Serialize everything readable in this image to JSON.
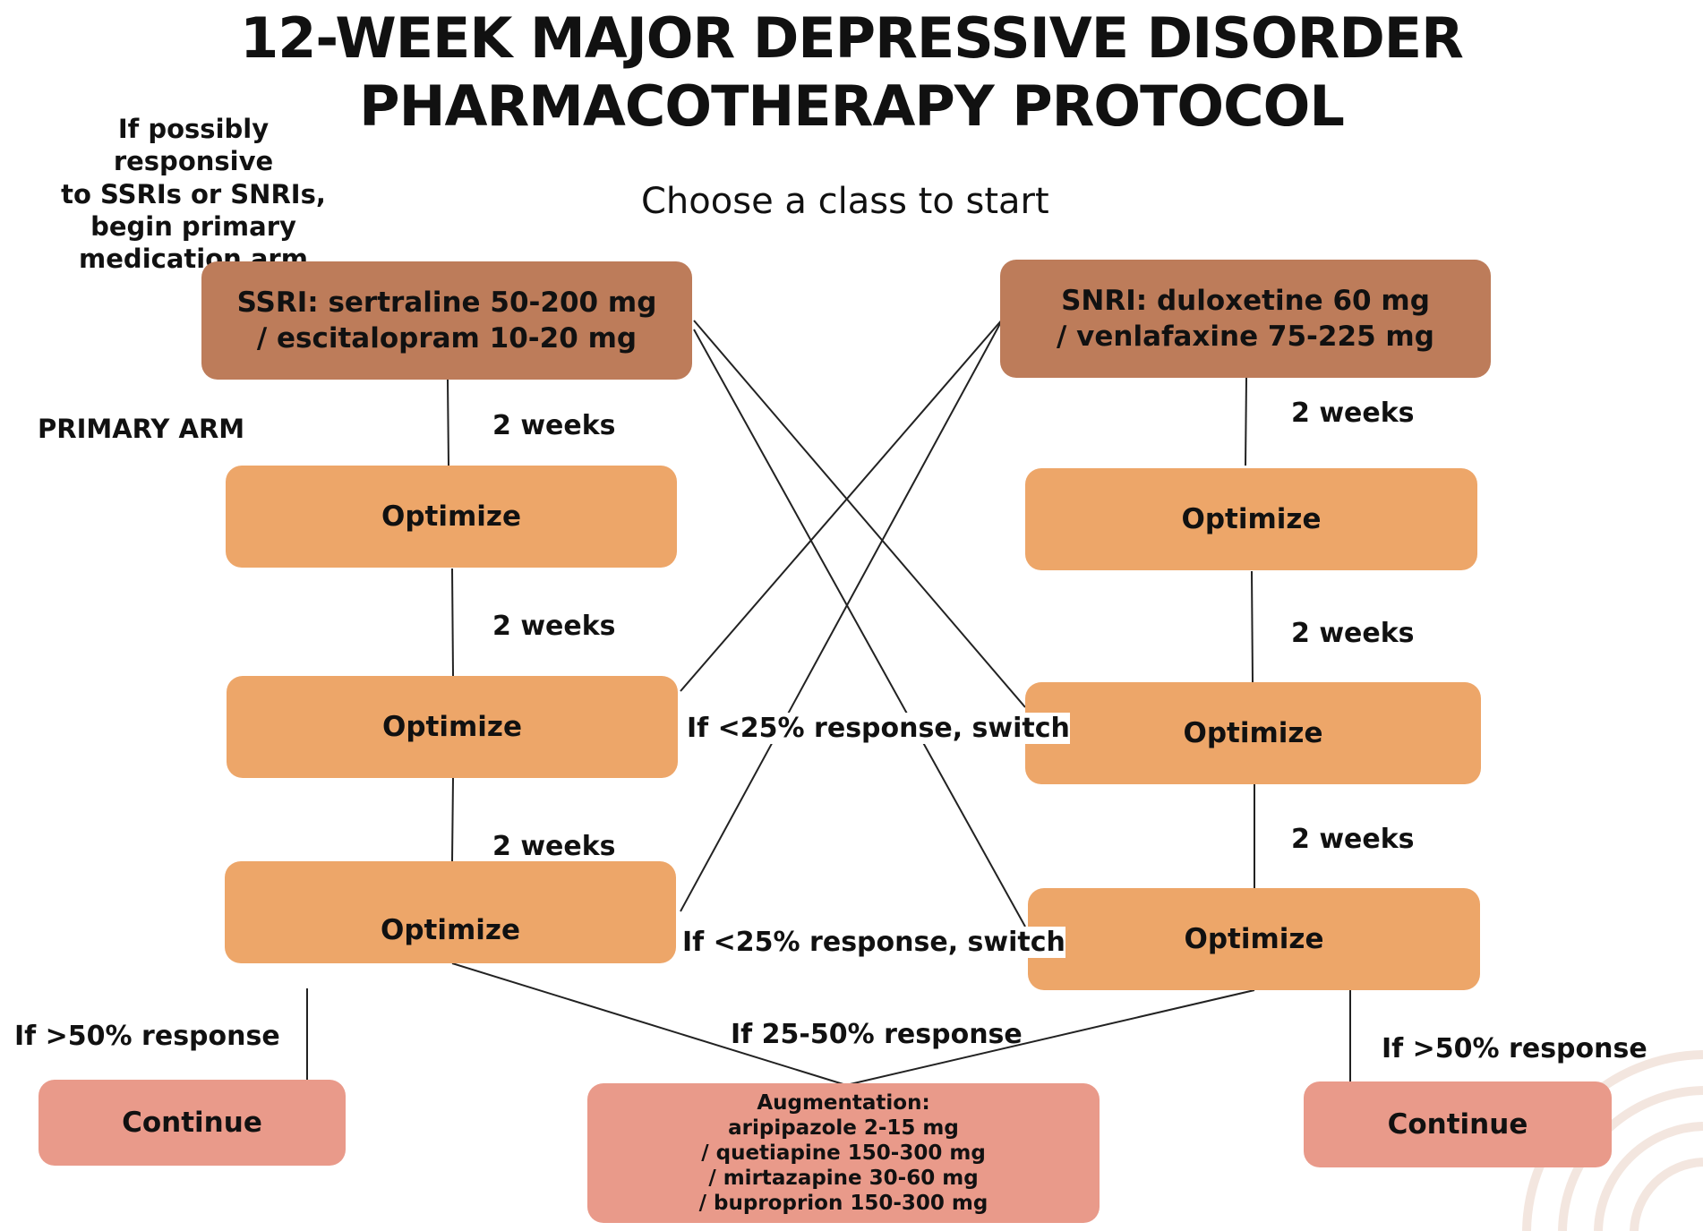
{
  "title": {
    "line1": "12-WEEK MAJOR DEPRESSIVE DISORDER",
    "line2": "PHARMACOTHERAPY PROTOCOL"
  },
  "subtitle": "Choose a class to start",
  "note": "If possibly responsive\nto SSRIs or SNRIs,\nbegin primary\nmedication arm",
  "primary_arm_label": "PRIMARY ARM",
  "left_arm": {
    "start": "SSRI: sertraline 50-200 mg\n/ escitalopram 10-20 mg",
    "interval_1": "2 weeks",
    "step_1": "Optimize",
    "interval_2": "2 weeks",
    "step_2": "Optimize",
    "interval_3": "2 weeks",
    "step_3": "Optimize",
    "response_label": "If >50% response",
    "outcome": "Continue"
  },
  "right_arm": {
    "start": "SNRI: duloxetine 60 mg\n/ venlafaxine 75-225 mg",
    "interval_1": "2 weeks",
    "step_1": "Optimize",
    "interval_2": "2 weeks",
    "step_2": "Optimize",
    "interval_3": "2 weeks",
    "step_3": "Optimize",
    "response_label": "If >50% response",
    "outcome": "Continue"
  },
  "switch_label_1": "If <25% response, switch",
  "switch_label_2": "If <25% response, switch",
  "augmentation": {
    "response_label": "If 25-50% response",
    "heading": "Augmentation:",
    "options": [
      "aripipazole 2-15 mg",
      "/ quetiapine 150-300 mg",
      "/ mirtazapine 30-60 mg",
      "/ buproprion 150-300 mg"
    ]
  },
  "colors": {
    "start_box": "#bd7c5a",
    "optimize_box": "#eda669",
    "outcome_box": "#e99a8a"
  }
}
